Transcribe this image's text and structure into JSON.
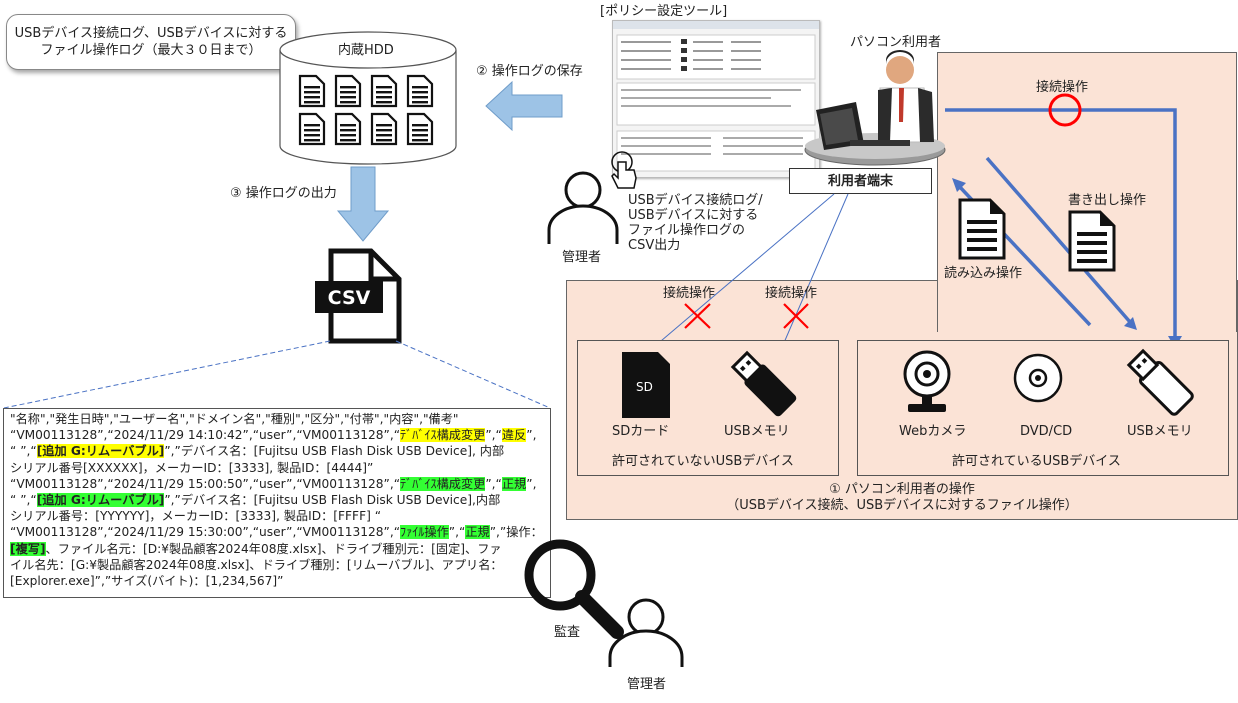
{
  "callout": {
    "line1": "USBデバイス接続ログ、USBデバイスに対する",
    "line2": "ファイル操作ログ（最大３０日まで）"
  },
  "hdd": {
    "label": "内蔵HDD"
  },
  "arrows": {
    "save": "② 操作ログの保存",
    "output": "③ 操作ログの出力"
  },
  "tool": {
    "title": "[ポリシー設定ツール]"
  },
  "admin_top": {
    "label": "管理者",
    "desc1": "USBデバイス接続ログ/",
    "desc2": "USBデバイスに対する",
    "desc3": "ファイル操作ログの",
    "desc4": "CSV出力"
  },
  "pc_user": {
    "label": "パソコン利用者",
    "terminal": "利用者端末"
  },
  "ops": {
    "connect": "接続操作",
    "write": "書き出し操作",
    "read": "読み込み操作"
  },
  "devices": {
    "forbidden": [
      {
        "label": "SDカード"
      },
      {
        "label": "USBメモリ"
      }
    ],
    "forbidden_title": "許可されていないUSBデバイス",
    "forbidden_connect": [
      "接続操作",
      "接続操作"
    ],
    "allowed": [
      {
        "label": "Webカメラ"
      },
      {
        "label": "DVD/CD"
      },
      {
        "label": "USBメモリ"
      }
    ],
    "allowed_title": "許可されているUSBデバイス"
  },
  "caption": {
    "line1": "① パソコン利用者の操作",
    "line2": "（USBデバイス接続、USBデバイスに対するファイル操作）"
  },
  "csv_icon": {
    "text": "CSV"
  },
  "csv_log": {
    "l1": "\"名称\",\"発生日時\",\"ユーザー名\",\"ドメイン名\",\"種別\",\"区分\",\"付帯\",\"内容\",\"備考\"",
    "l2a": "“VM00113128”,“2024/11/29  14:10:42”,“user”,“VM00113128”,“",
    "l2b": "ﾃﾞﾊﾞｲｽ構成変更",
    "l2c": "”,“",
    "l2d": "違反",
    "l2e": "”,",
    "l3a": "“ ”,“",
    "l3b": "[追加  G:リムーバブル]",
    "l3c": "”,”デバイス名：[Fujitsu  USB Flash Disk USB Device], 内部",
    "l4": "シリアル番号[XXXXXX]，メーカーID：[3333], 製品ID：[4444]”",
    "l5a": "“VM00113128”,“2024/11/29  15:00:50”,“user”,“VM00113128”,“",
    "l5b": "ﾃﾞﾊﾞｲｽ構成変更",
    "l5c": "”,“",
    "l5d": "正規",
    "l5e": "”,",
    "l6a": "“ ”,“",
    "l6b": "[追加  G:リムーバブル]",
    "l6c": "”,”デバイス名：[Fujitsu  USB Flash Disk USB Device],内部",
    "l7": "シリアル番号：[YYYYYY]，メーカーID：[3333], 製品ID：[FFFF]  “",
    "l8a": "“VM00113128”,“2024/11/29  15:30:00”,“user”,“VM00113128”,“",
    "l8b": "ﾌｧｲﾙ操作",
    "l8c": "”,“",
    "l8d": "正規",
    "l8e": "”,”操作：",
    "l9a": "",
    "l9b": "[複写]",
    "l9c": "、ファイル名元：[D:¥製品顧客2024年08度.xlsx]、ドライブ種別元：[固定]、ファ",
    "l10": "イル名先：[G:¥製品顧客2024年08度.xlsx]、ドライブ種別：[リムーバブル]、アプリ名：",
    "l11": "[Explorer.exe]”,”サイズ(バイト)：[1,234,567]”"
  },
  "audit": {
    "label": "監査",
    "admin": "管理者"
  },
  "colors": {
    "panel": "#fbe3d6",
    "arrow_blue": "#4a72c4",
    "arrow_light": "#9dc3e6",
    "cross_red": "#ff0000",
    "highlight_yellow": "#ffff00",
    "highlight_green": "#33ff33"
  }
}
